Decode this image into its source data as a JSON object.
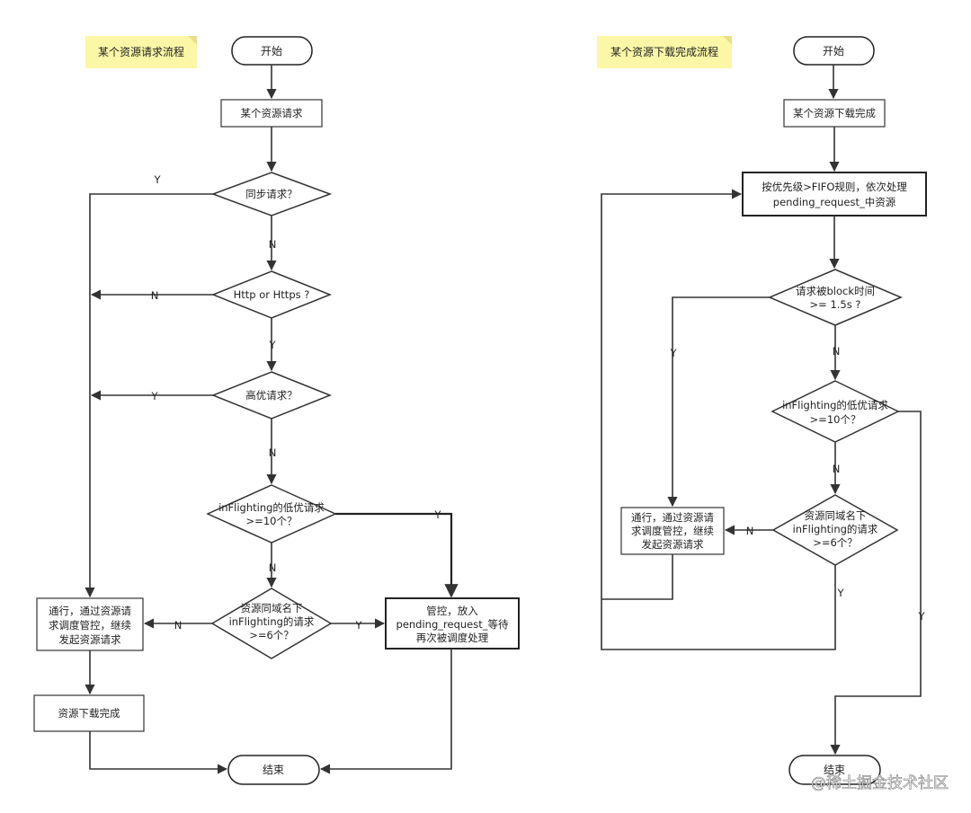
{
  "left_flow": {
    "note": "某个资源请求流程",
    "start": "开始",
    "request": "某个资源请求",
    "q_sync": "同步请求？",
    "q_http": "Http or Https ?",
    "q_high": "高优请求？",
    "q_inflight": [
      "inFlighting的低优请求",
      ">=10个？"
    ],
    "q_domain": [
      "资源同域名下",
      "inFlighting的请求",
      ">=6个？"
    ],
    "pass": [
      "通行，通过资源请",
      "求调度管控，继续",
      "发起资源请求"
    ],
    "control": [
      "管控，放入",
      "pending_request_等待",
      "再次被调度处理"
    ],
    "download_done": "资源下载完成",
    "end": "结束",
    "edge_labels": {
      "sync_yes": "Y",
      "sync_no": "N",
      "http_no": "N",
      "http_yes": "Y",
      "high_yes": "Y",
      "high_no": "N",
      "inflight_yes": "Y",
      "inflight_no": "N",
      "domain_no": "N",
      "domain_yes": "Y"
    }
  },
  "right_flow": {
    "note": "某个资源下载完成流程",
    "start": "开始",
    "download_done": "某个资源下载完成",
    "process": [
      "按优先级>FIFO规则，依次处理",
      "pending_request_中资源"
    ],
    "q_block": [
      "请求被block时间",
      ">= 1.5s ?"
    ],
    "q_inflight": [
      "inFlighting的低优请求",
      ">=10个？"
    ],
    "q_domain": [
      "资源同域名下",
      "inFlighting的请求",
      ">=6个？"
    ],
    "pass": [
      "通行，通过资源请",
      "求调度管控，继续",
      "发起资源请求"
    ],
    "end": "结束",
    "edge_labels": {
      "block_yes": "Y",
      "block_no": "N",
      "inflight_no": "N",
      "domain_no": "N",
      "domain_yes": "Y",
      "inflight_yes": "Y"
    }
  },
  "watermark": "@稀土掘金技术社区",
  "colors": {
    "note_fill": "#fbf7a6",
    "stroke": "#333333",
    "background": "#ffffff"
  }
}
